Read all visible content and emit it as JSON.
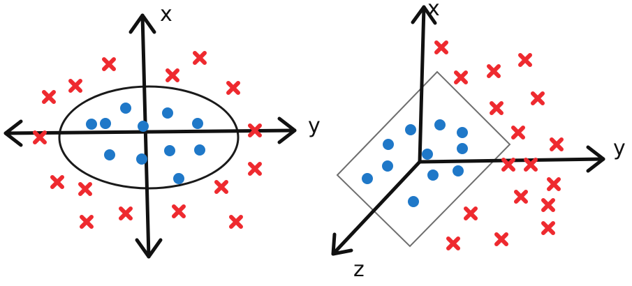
{
  "left_panel": {
    "axis_labels": {
      "x": "x",
      "y": "y"
    },
    "classes": {
      "inner": {
        "marker": "circle",
        "color": "#1f78c8",
        "points": [
          [
            131,
            178
          ],
          [
            151,
            177
          ],
          [
            180,
            155
          ],
          [
            205,
            181
          ],
          [
            240,
            162
          ],
          [
            283,
            177
          ],
          [
            157,
            222
          ],
          [
            203,
            228
          ],
          [
            243,
            216
          ],
          [
            286,
            215
          ],
          [
            256,
            256
          ]
        ]
      },
      "outer": {
        "marker": "cross",
        "color": "#ee2a2f",
        "points": [
          [
            156,
            92
          ],
          [
            286,
            83
          ],
          [
            247,
            108
          ],
          [
            108,
            123
          ],
          [
            70,
            139
          ],
          [
            334,
            126
          ],
          [
            57,
            197
          ],
          [
            365,
            187
          ],
          [
            365,
            242
          ],
          [
            82,
            261
          ],
          [
            122,
            271
          ],
          [
            317,
            268
          ],
          [
            124,
            318
          ],
          [
            180,
            306
          ],
          [
            256,
            303
          ],
          [
            338,
            318
          ]
        ]
      }
    },
    "boundary_shape": "ellipse"
  },
  "right_panel": {
    "axis_labels": {
      "x": "x",
      "y": "y",
      "z": "z"
    },
    "classes": {
      "inner": {
        "marker": "circle",
        "color": "#1f78c8",
        "points": [
          [
            588,
            186
          ],
          [
            630,
            179
          ],
          [
            662,
            190
          ],
          [
            556,
            207
          ],
          [
            662,
            213
          ],
          [
            612,
            221
          ],
          [
            555,
            238
          ],
          [
            620,
            251
          ],
          [
            656,
            245
          ],
          [
            526,
            256
          ],
          [
            592,
            289
          ]
        ]
      },
      "outer": {
        "marker": "cross",
        "color": "#ee2a2f",
        "points": [
          [
            632,
            68
          ],
          [
            752,
            86
          ],
          [
            660,
            111
          ],
          [
            707,
            102
          ],
          [
            770,
            141
          ],
          [
            711,
            155
          ],
          [
            742,
            190
          ],
          [
            797,
            207
          ],
          [
            728,
            236
          ],
          [
            760,
            236
          ],
          [
            793,
            264
          ],
          [
            746,
            282
          ],
          [
            785,
            294
          ],
          [
            785,
            327
          ],
          [
            674,
            306
          ],
          [
            718,
            343
          ],
          [
            649,
            349
          ]
        ]
      }
    },
    "boundary_shape": "rectangle-plane"
  },
  "colors": {
    "axis": "#111111",
    "class_inner": "#1f78c8",
    "class_outer": "#ee2a2f"
  }
}
